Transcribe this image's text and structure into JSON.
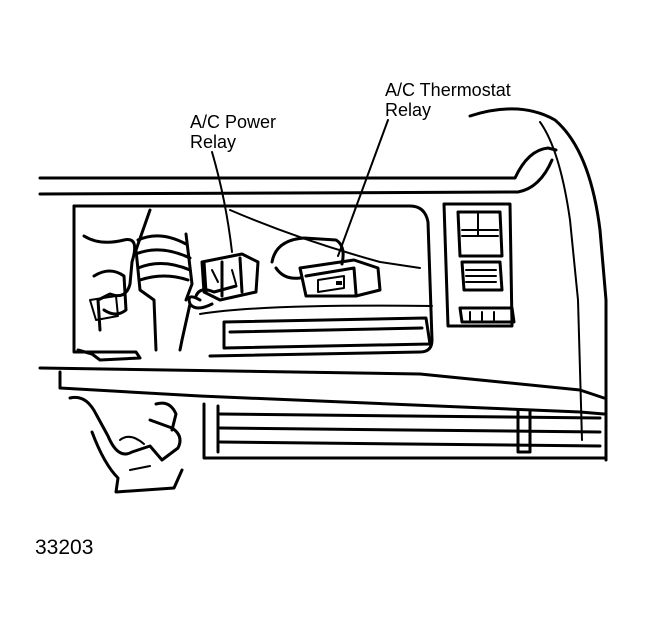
{
  "callouts": {
    "power_relay": [
      "A/C Power",
      "Relay"
    ],
    "thermostat_relay": [
      "A/C Thermostat",
      "Relay"
    ]
  },
  "figure_number": "33203"
}
